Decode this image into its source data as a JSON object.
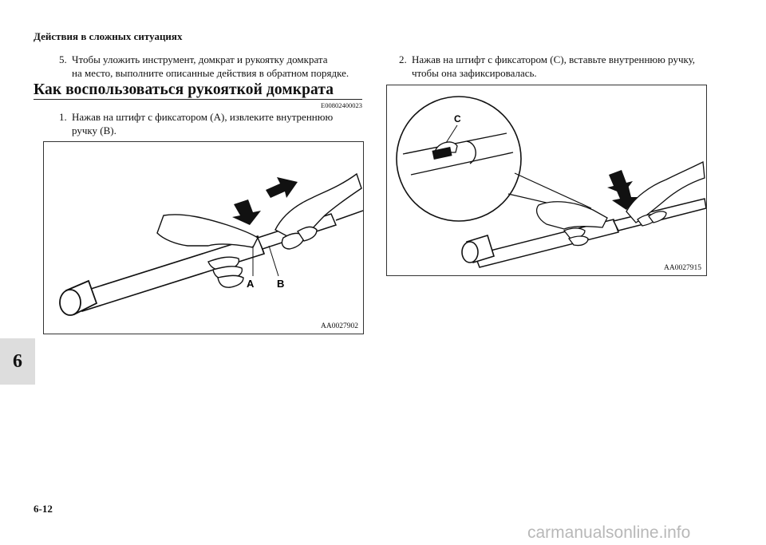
{
  "header": {
    "title": "Действия в сложных ситуациях"
  },
  "left": {
    "step5": {
      "num": "5.",
      "line1": "Чтобы уложить инструмент, домкрат и рукоятку домкрата",
      "line2": "на место, выполните описанные действия в обратном порядке."
    },
    "section_title": "Как воспользоваться рукояткой домкрата",
    "section_code": "E00802400023",
    "step1": {
      "num": "1.",
      "line1": "Нажав на штифт с фиксатором (A), извлеките внутреннюю",
      "line2": "ручку (B)."
    },
    "figure": {
      "id": "AA0027902",
      "label_a": "A",
      "label_b": "B"
    }
  },
  "right": {
    "step2": {
      "num": "2.",
      "line1": "Нажав на штифт с фиксатором (C), вставьте внутреннюю ручку,",
      "line2": "чтобы она зафиксировалась."
    },
    "figure": {
      "id": "AA0027915",
      "label_c": "C"
    }
  },
  "chapter_tab": "6",
  "page_number": "6-12",
  "watermark": "carmanualsonline.info"
}
